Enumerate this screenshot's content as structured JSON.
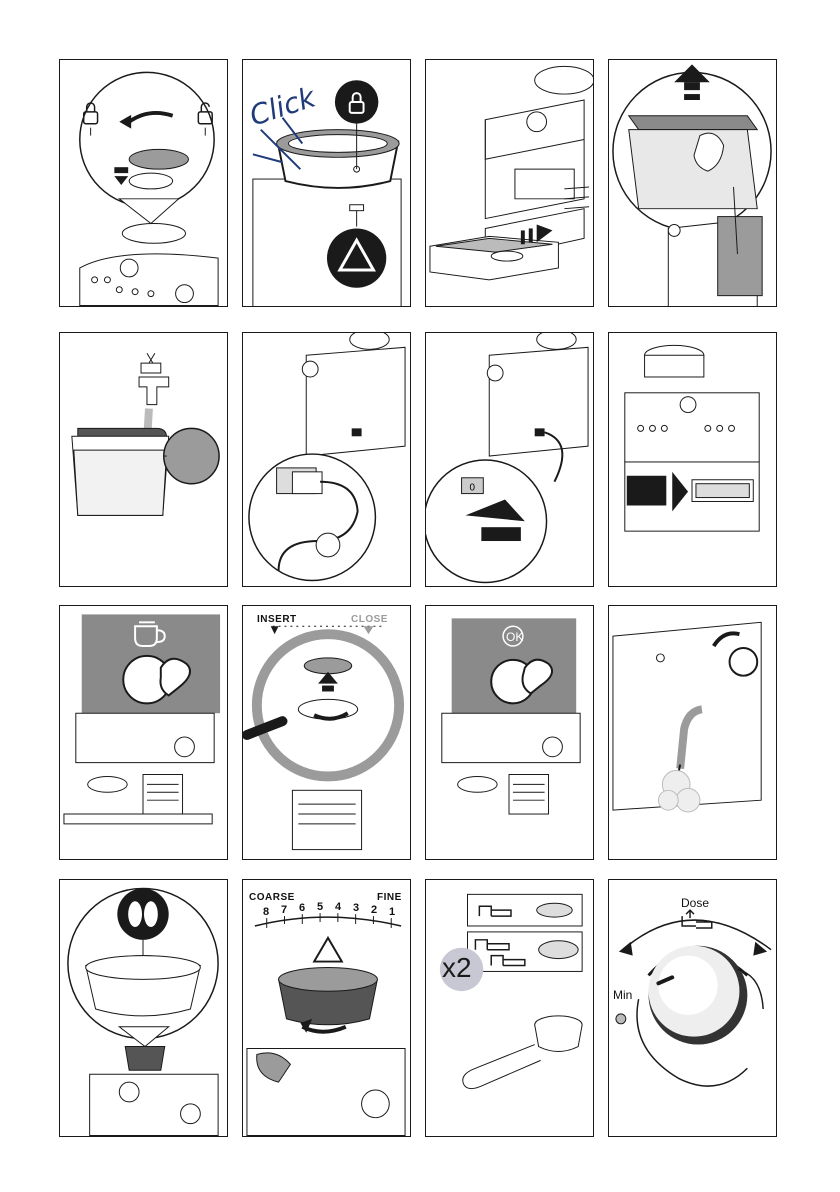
{
  "panels": {
    "p2": {
      "click_label": "Click"
    },
    "p10": {
      "insert_label": "INSERT",
      "close_label": "CLOSE"
    },
    "p11": {
      "ok_label": "OK"
    },
    "p14": {
      "coarse_label": "COARSE",
      "fine_label": "FINE",
      "scale": [
        "8",
        "7",
        "6",
        "5",
        "4",
        "3",
        "2",
        "1"
      ]
    },
    "p15": {
      "multiplier_label": "x2"
    },
    "p16": {
      "dose_label": "Dose",
      "min_label": "Min"
    }
  },
  "colors": {
    "line": "#1a1a1a",
    "panel_gray": "#8a8a8a",
    "water_gray": "#9b9b9b",
    "accent_blue": "#1f3b7a",
    "badge_gray": "#c8c8d4"
  }
}
